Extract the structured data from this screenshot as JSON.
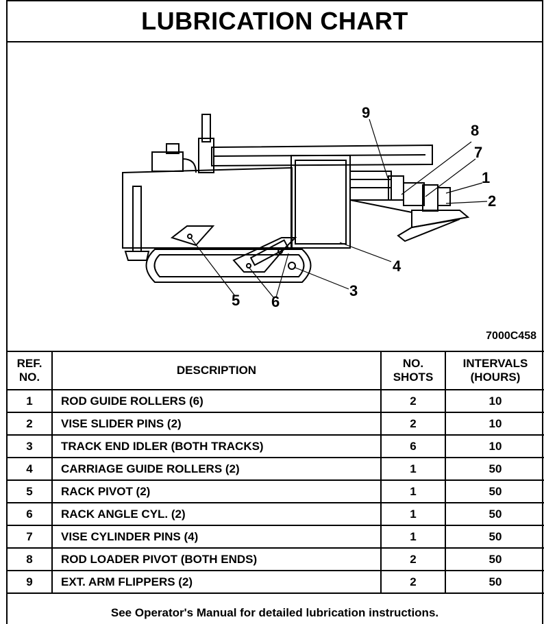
{
  "title": "LUBRICATION CHART",
  "figure_code": "7000C458",
  "callouts": {
    "c1": "1",
    "c2": "2",
    "c3": "3",
    "c4": "4",
    "c5": "5",
    "c6": "6",
    "c7": "7",
    "c8": "8",
    "c9": "9"
  },
  "table": {
    "headers": {
      "ref_line1": "REF.",
      "ref_line2": "NO.",
      "description": "DESCRIPTION",
      "shots_line1": "NO.",
      "shots_line2": "SHOTS",
      "intervals_line1": "INTERVALS",
      "intervals_line2": "(HOURS)"
    },
    "rows": [
      {
        "ref": "1",
        "description": "ROD GUIDE ROLLERS (6)",
        "shots": "2",
        "hours": "10"
      },
      {
        "ref": "2",
        "description": "VISE SLIDER PINS (2)",
        "shots": "2",
        "hours": "10"
      },
      {
        "ref": "3",
        "description": "TRACK END IDLER (BOTH TRACKS)",
        "shots": "6",
        "hours": "10"
      },
      {
        "ref": "4",
        "description": "CARRIAGE GUIDE ROLLERS (2)",
        "shots": "1",
        "hours": "50"
      },
      {
        "ref": "5",
        "description": "RACK PIVOT (2)",
        "shots": "1",
        "hours": "50"
      },
      {
        "ref": "6",
        "description": "RACK ANGLE CYL. (2)",
        "shots": "1",
        "hours": "50"
      },
      {
        "ref": "7",
        "description": "VISE CYLINDER PINS (4)",
        "shots": "1",
        "hours": "50"
      },
      {
        "ref": "8",
        "description": "ROD LOADER PIVOT (BOTH ENDS)",
        "shots": "2",
        "hours": "50"
      },
      {
        "ref": "9",
        "description": "EXT. ARM FLIPPERS (2)",
        "shots": "2",
        "hours": "50"
      }
    ]
  },
  "footer": "See Operator's Manual for detailed lubrication instructions."
}
